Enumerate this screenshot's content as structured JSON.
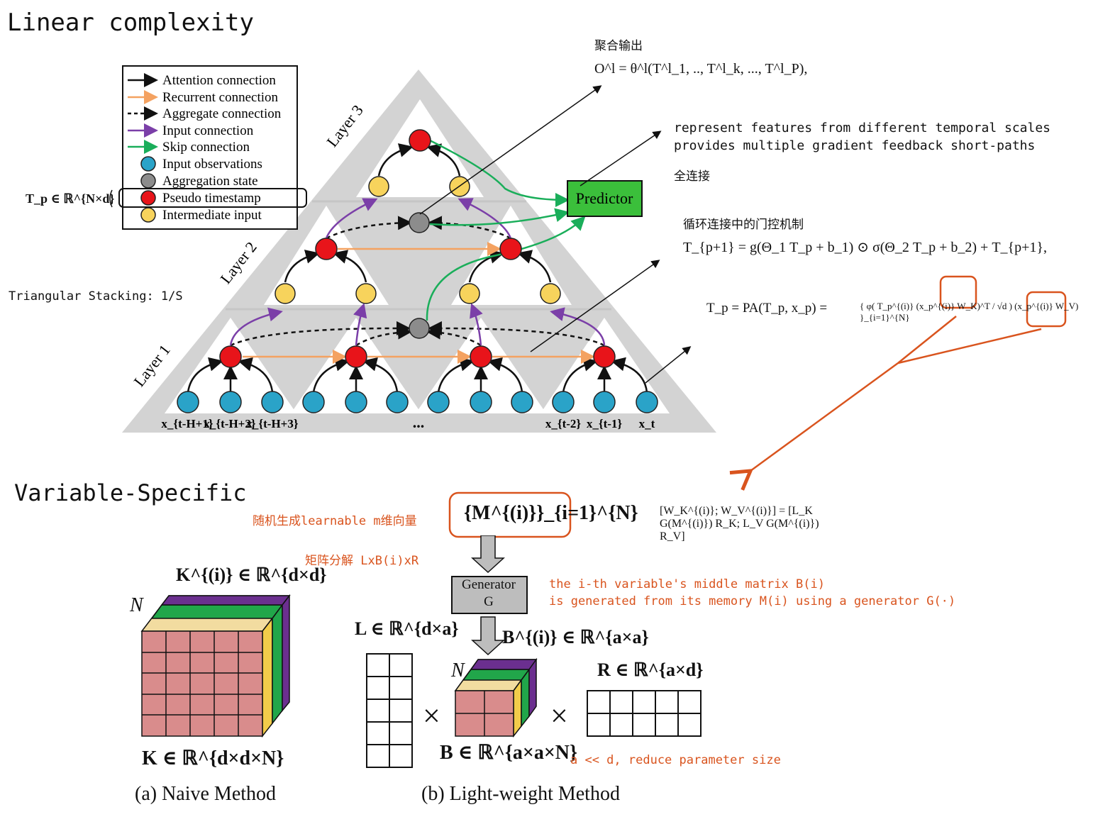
{
  "headings": {
    "linear": "Linear complexity",
    "variable": "Variable-Specific"
  },
  "notes": {
    "triangular": "Triangular Stacking: 1/S",
    "tp_space": "T_p ∈ ℝ^{N×d}",
    "agg_output_cn": "聚合输出",
    "agg_formula": "O^l = θ^l(T^l_1, .., T^l_k, ..., T^l_P),",
    "scales_1": "represent features from different temporal scales",
    "scales_2": "provides multiple gradient feedback short-paths",
    "fc_cn": "全连接",
    "gate_cn": "循环连接中的门控机制",
    "gate_formula": "T_{p+1} = g(Θ_1 T_p + b_1) ⊙ σ(Θ_2 T_p + b_2) + T_{p+1},",
    "pa_formula_lhs": "T_p = PA(T_p, x_p) =",
    "pa_formula_rhs": "{ φ( T_p^{(i)} (x_p^{(i)} W_K)^T / √d ) (x_p^{(i)} W_V) }_{i=1}^{N}",
    "wk_wv_formula": "[W_K^{(i)}; W_V^{(i)}] = [L_K G(M^{(i)}) R_K; L_V G(M^{(i)}) R_V]",
    "random_gen_cn": "随机生成learnable m维向量",
    "decomp_cn": "矩阵分解 LxB(i)xR",
    "ith_var_1": "the i-th variable's middle matrix B(i)",
    "ith_var_2": "is generated from its memory M(i) using a generator G(·)",
    "reduce": "a << d, reduce parameter size"
  },
  "legend": {
    "items": [
      {
        "label": "Attention connection",
        "kind": "arrow",
        "color": "#111111",
        "dash": false
      },
      {
        "label": "Recurrent connection",
        "kind": "arrow",
        "color": "#f4a261",
        "dash": false
      },
      {
        "label": "Aggregate connection",
        "kind": "arrow",
        "color": "#111111",
        "dash": true
      },
      {
        "label": "Input connection",
        "kind": "arrow",
        "color": "#7b3fa8",
        "dash": false
      },
      {
        "label": "Skip connection",
        "kind": "arrow",
        "color": "#1aae5a",
        "dash": false
      },
      {
        "label": "Input observations",
        "kind": "dot",
        "color": "#2aa3c8"
      },
      {
        "label": "Aggregation state",
        "kind": "dot",
        "color": "#8c8c8c"
      },
      {
        "label": "Pseudo timestamp",
        "kind": "dot",
        "color": "#e8141a"
      },
      {
        "label": "Intermediate input",
        "kind": "dot",
        "color": "#f7d35c"
      }
    ]
  },
  "pyramid": {
    "layer1": "Layer 1",
    "layer2": "Layer 2",
    "layer3": "Layer 3",
    "predictor": "Predictor",
    "ellipsis": "...",
    "x_labels": [
      "x_{t-H+1}",
      "x_{t-H+2}",
      "x_{t-H+3}",
      "x_{t-2}",
      "x_{t-1}",
      "x_t"
    ]
  },
  "naive": {
    "k_top": "K^{(i)} ∈ ℝ^{d×d}",
    "n_label": "N",
    "k_bottom": "K ∈ ℝ^{d×d×N}",
    "caption": "(a) Naive Method"
  },
  "light": {
    "m_formula": "{M^{(i)}}_{i=1}^{N}",
    "generator_1": "Generator",
    "generator_2": "G",
    "b_i": "B^{(i)} ∈ ℝ^{a×a}",
    "l_label": "L ∈ ℝ^{d×a}",
    "r_label": "R ∈ ℝ^{a×d}",
    "n_label": "N",
    "b_label": "B ∈ ℝ^{a×a×N}",
    "times": "×",
    "caption": "(b) Light-weight Method"
  },
  "colors": {
    "orange_note": "#d9541e",
    "pyramid_gray": "#d3d3d3",
    "predictor_green": "#3bbf3b",
    "cube_pink": "#d98c8c",
    "cube_yellow": "#f2cc4a",
    "cube_green": "#21a64a",
    "cube_purple": "#6b2f8f",
    "cube_peach": "#f2dca0"
  }
}
